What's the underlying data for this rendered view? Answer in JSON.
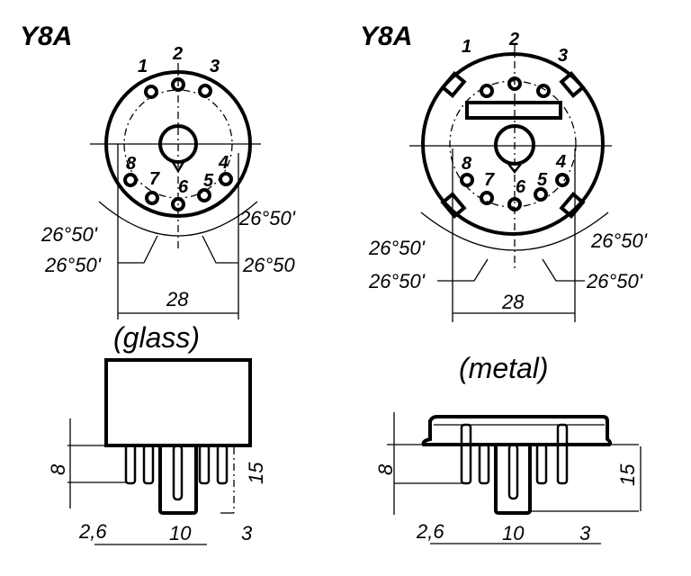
{
  "left_view": {
    "title": "Y8A",
    "pins": [
      "1",
      "2",
      "3",
      "4",
      "5",
      "6",
      "7",
      "8"
    ],
    "angles": [
      "26°50'",
      "26°50'",
      "26°50'",
      "26°50"
    ],
    "diameter": "28",
    "envelope": "(glass)",
    "pin_length": "8",
    "height": "15",
    "pin_diameter": "2,6",
    "plug_width": "10",
    "pin_spacing": "3"
  },
  "right_view": {
    "title": "Y8A",
    "pins": [
      "1",
      "2",
      "3",
      "4",
      "5",
      "6",
      "7",
      "8"
    ],
    "angles": [
      "26°50'",
      "26°50'",
      "26°50'",
      "26°50'"
    ],
    "diameter": "28",
    "envelope": "(metal)",
    "pin_length": "8",
    "height": "15",
    "pin_diameter": "2,6",
    "plug_width": "10",
    "pin_spacing": "3"
  }
}
